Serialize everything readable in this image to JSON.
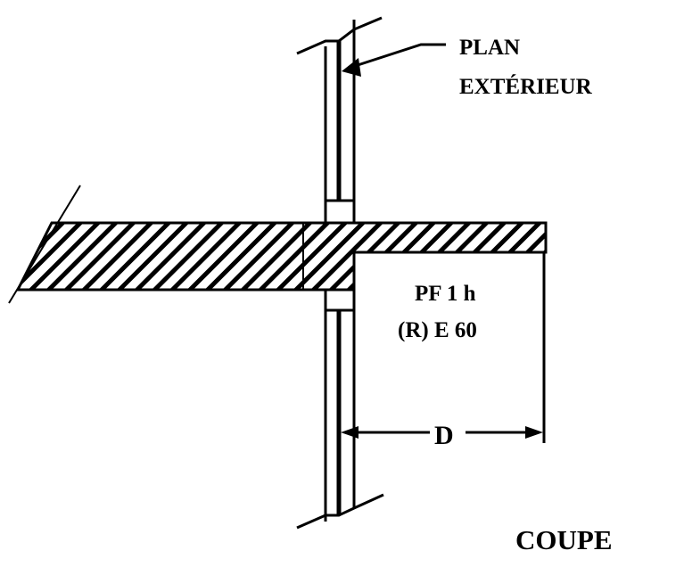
{
  "labels": {
    "plan_line1": "PLAN",
    "plan_line2": "EXTÉRIEUR",
    "rating_line1": "PF 1 h",
    "rating_line2": "(R) E 60",
    "dimension": "D",
    "view": "COUPE"
  },
  "colors": {
    "ink": "#000000",
    "background": "#ffffff"
  }
}
